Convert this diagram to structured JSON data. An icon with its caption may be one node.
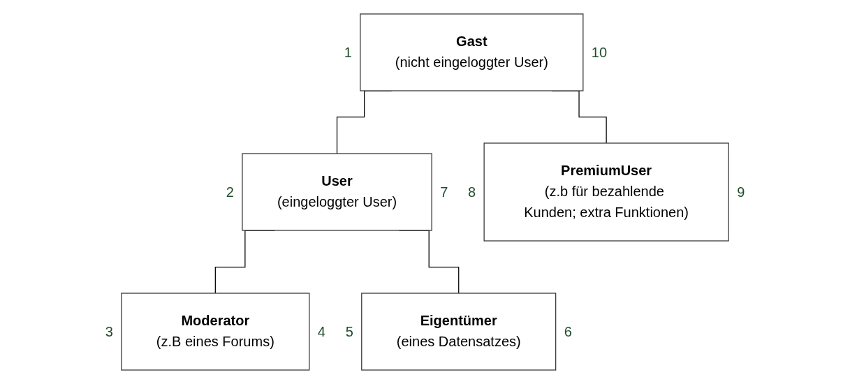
{
  "diagram": {
    "nodes": [
      {
        "text": [
          "Gast",
          "(nicht eingeloggter User)"
        ],
        "beside": [
          "1",
          "10"
        ]
      },
      {
        "text": [
          "User",
          "(eingeloggter User)"
        ],
        "beside": [
          "2",
          "7"
        ]
      },
      {
        "text": [
          "PremiumUser",
          "(z.b für bezahlende Kunden; extra Funktionen)"
        ],
        "beside": [
          "8",
          "9"
        ]
      },
      {
        "text": [
          "Moderator",
          "(z.B eines Forums)"
        ],
        "beside": [
          "3",
          "4"
        ]
      },
      {
        "text": [
          "Eigentümer",
          "(eines Datensatzes)"
        ],
        "beside": [
          "5",
          "6"
        ]
      }
    ],
    "edges": [
      {
        "from": 0,
        "to": 1,
        "arrow": "none"
      },
      {
        "from": 0,
        "to": 2,
        "arrow": "none"
      },
      {
        "from": 1,
        "to": 3,
        "arrow": "none"
      },
      {
        "from": 1,
        "to": 4,
        "arrow": "none"
      }
    ]
  }
}
